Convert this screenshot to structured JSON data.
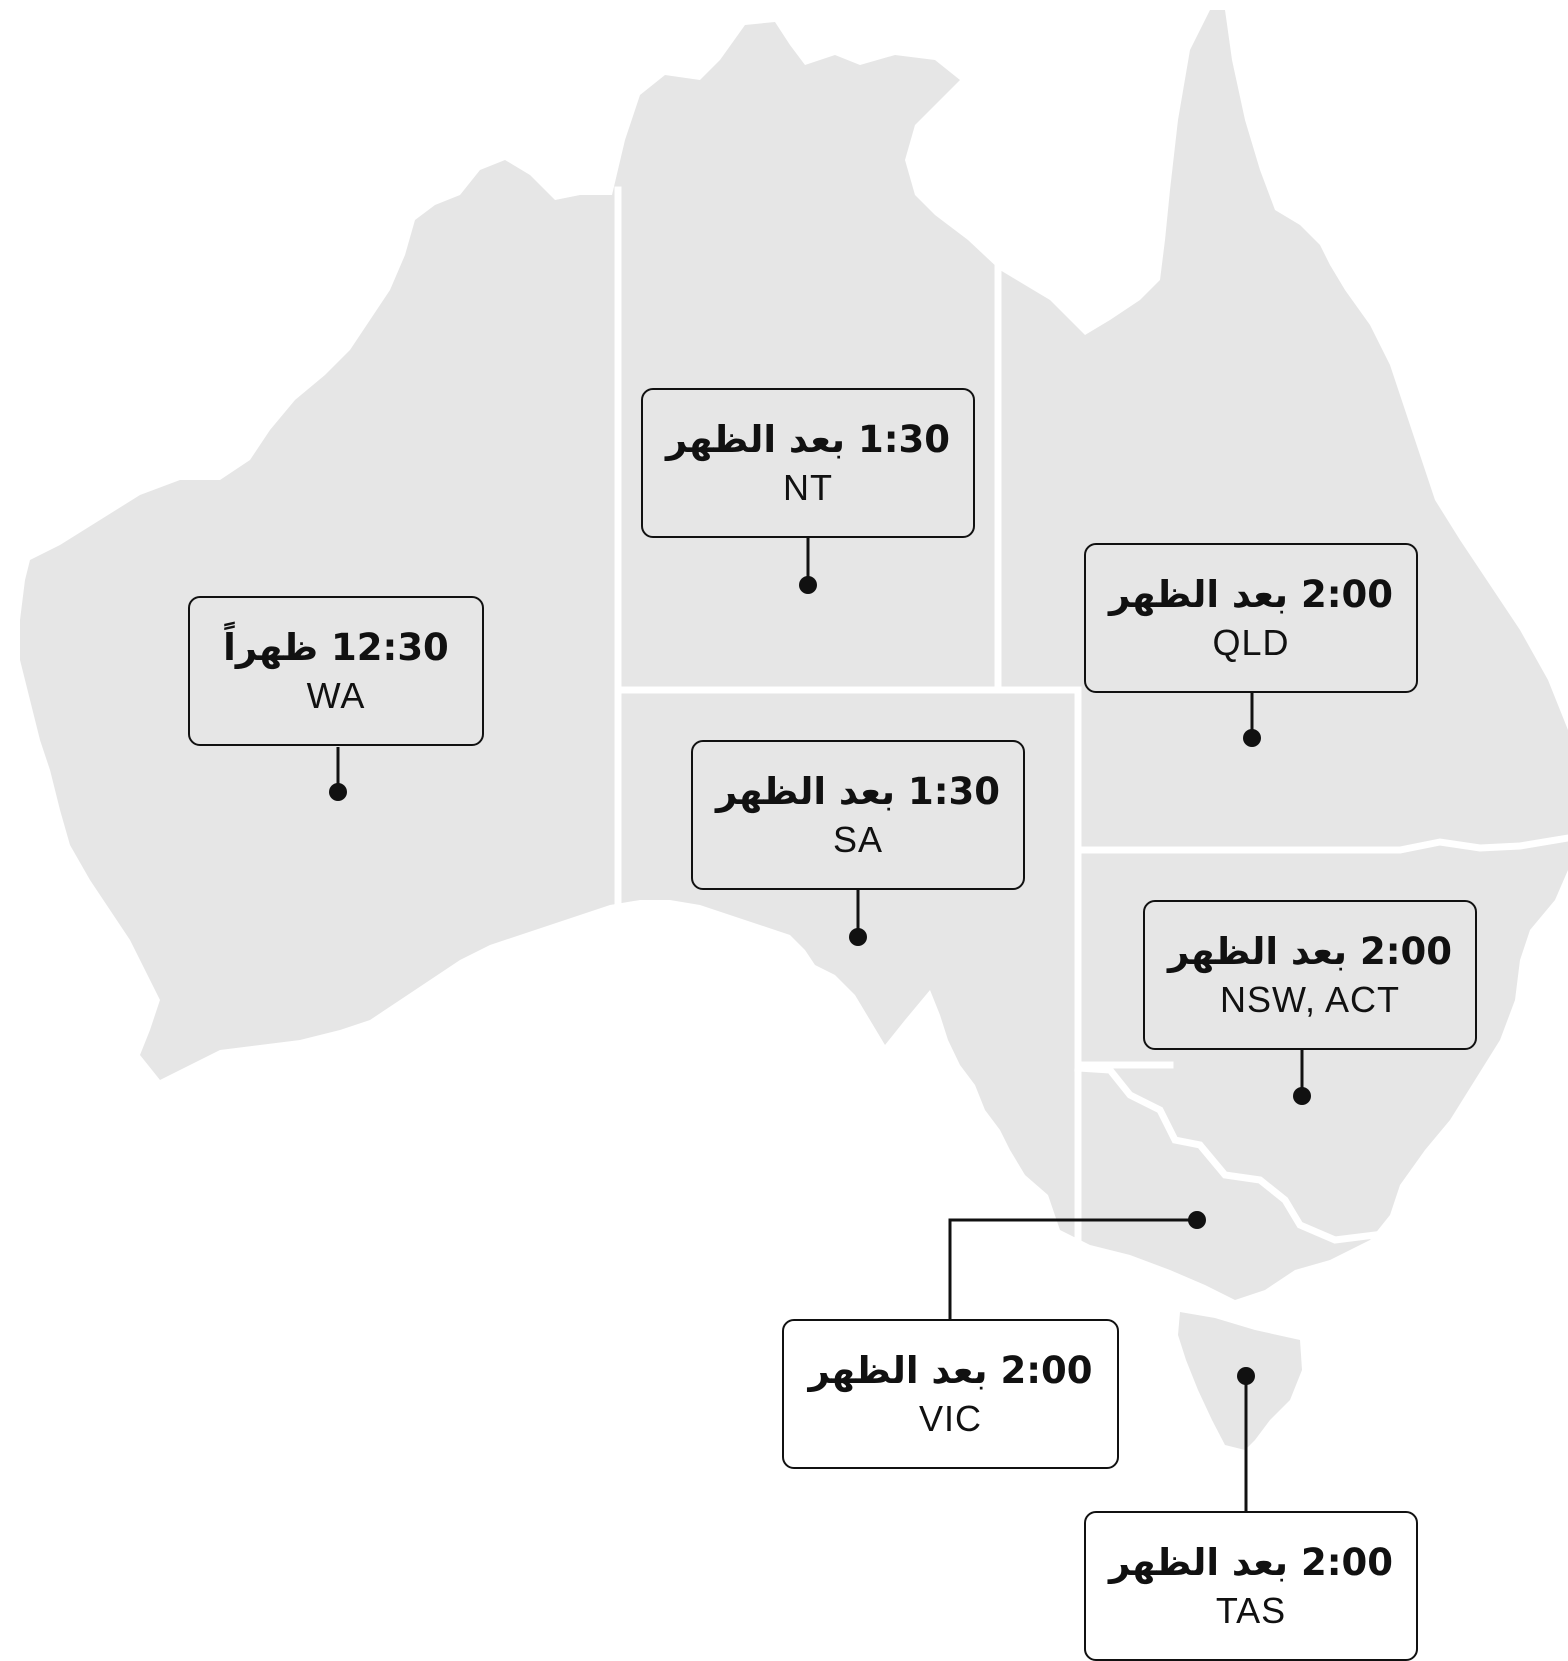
{
  "colors": {
    "land": "#e6e6e6",
    "border": "#ffffff",
    "ink": "#111111",
    "background": "#ffffff"
  },
  "regions": [
    {
      "id": "wa",
      "time": "12:30 ظهراً",
      "region": "WA"
    },
    {
      "id": "nt",
      "time": "1:30 بعد الظهر",
      "region": "NT"
    },
    {
      "id": "sa",
      "time": "1:30 بعد الظهر",
      "region": "SA"
    },
    {
      "id": "qld",
      "time": "2:00 بعد الظهر",
      "region": "QLD"
    },
    {
      "id": "nsw",
      "time": "2:00 بعد الظهر",
      "region": "NSW, ACT"
    },
    {
      "id": "vic",
      "time": "2:00 بعد الظهر",
      "region": "VIC"
    },
    {
      "id": "tas",
      "time": "2:00 بعد الظهر",
      "region": "TAS"
    }
  ]
}
